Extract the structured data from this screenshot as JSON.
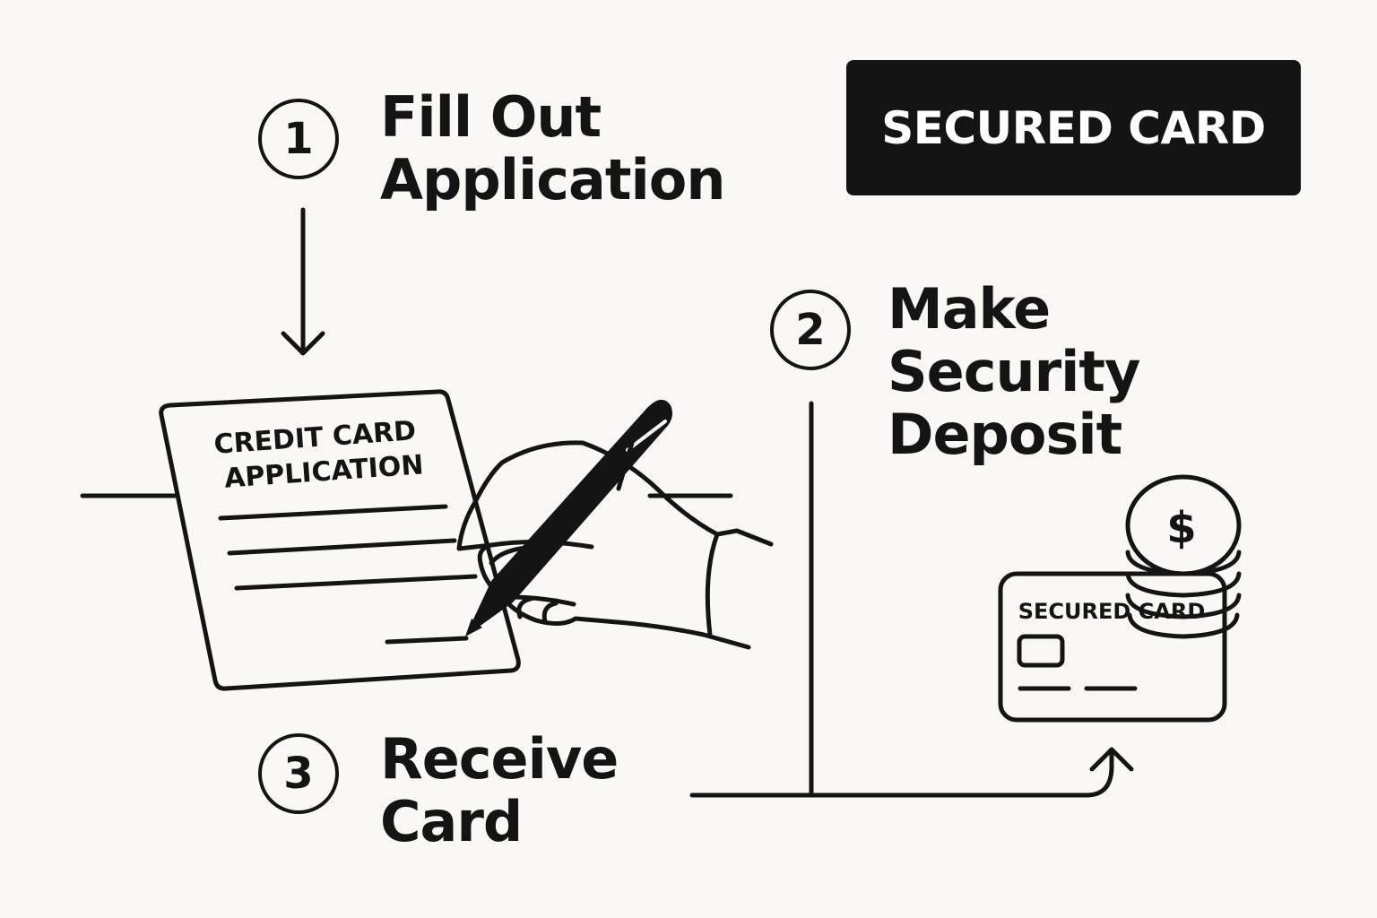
{
  "badge": {
    "label": "SECURED CARD"
  },
  "steps": [
    {
      "number": "1",
      "title_lines": [
        "Fill Out",
        "Application"
      ]
    },
    {
      "number": "2",
      "title_lines": [
        "Make",
        "Security",
        "Deposit"
      ]
    },
    {
      "number": "3",
      "title_lines": [
        "Receive",
        "Card"
      ]
    }
  ],
  "application_form": {
    "title_lines": [
      "CREDIT CARD",
      "APPLICATION"
    ]
  },
  "secured_card": {
    "label": "SECURED CARD"
  },
  "coin": {
    "symbol": "$"
  },
  "icons": [
    "arrow-down-icon",
    "pen-icon",
    "hand-icon",
    "coin-stack-icon",
    "dollar-icon",
    "card-chip-icon",
    "arrow-up-icon"
  ],
  "colors": {
    "ink": "#141414",
    "background": "#faf8f4",
    "badge_text": "#ffffff"
  }
}
